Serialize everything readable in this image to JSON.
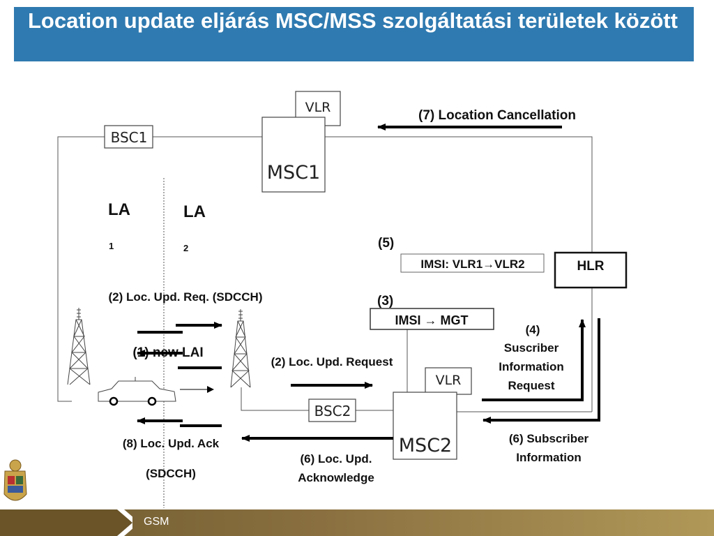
{
  "title": "Location update eljárás MSC/MSS szolgáltatási területek között",
  "footer": {
    "label": "GSM"
  },
  "nodes": {
    "vlr1": "VLR",
    "msc1": "MSC1",
    "bsc1": "BSC1",
    "hlr": "HLR",
    "vlr2": "VLR",
    "msc2": "MSC2",
    "bsc2": "BSC2"
  },
  "areas": {
    "la1_main": "LA",
    "la1_sub": "1",
    "la2_main": "LA",
    "la2_sub": "2"
  },
  "boxes": {
    "imsi_vlr": "IMSI: VLR1→VLR2",
    "imsi_mgt": "IMSI → MGT"
  },
  "steps": {
    "s7": "(7) Location Cancellation",
    "s5": "(5)",
    "s3": "(3)",
    "s4_line1": "(4)",
    "s4_line2": "Suscriber",
    "s4_line3": "Information",
    "s4_line4": "Request",
    "s2_req_sdcch": "(2) Loc. Upd. Req.  (SDCCH)",
    "s1": "(1) new LAI",
    "s2_request": "(2) Loc. Upd. Request",
    "s8": "(8) Loc. Upd.  Ack",
    "s8_sdcch": "(SDCCH)",
    "s6_ack_line1": "(6) Loc. Upd.",
    "s6_ack_line2": "Acknowledge",
    "s6_info_line1": "(6) Subscriber",
    "s6_info_line2": "Information"
  }
}
